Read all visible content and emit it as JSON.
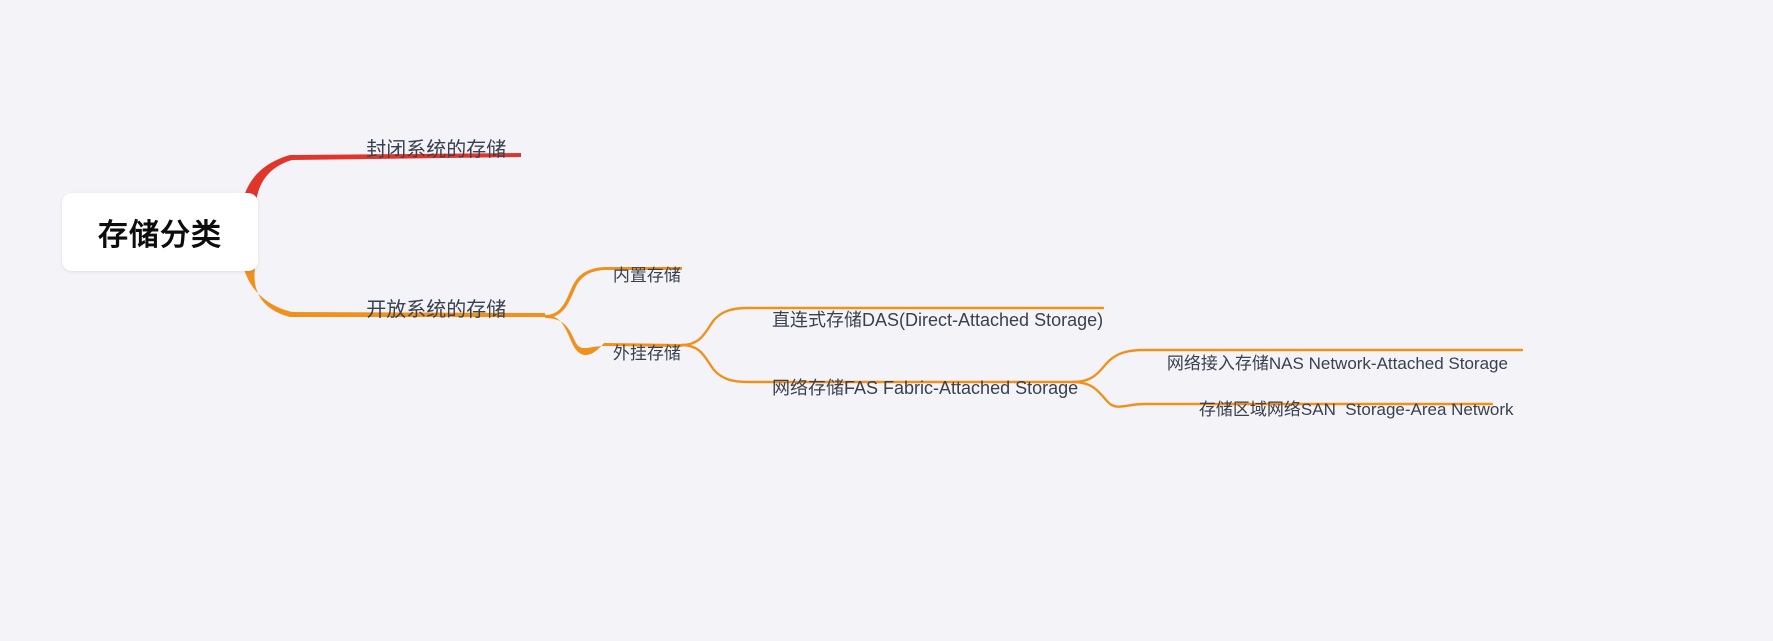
{
  "diagram": {
    "type": "mind-map",
    "background_color": "#f4f4f8",
    "root": {
      "label": "存储分类",
      "text_color": "#0d0d0d",
      "card_color": "#ffffff"
    },
    "branches": [
      {
        "id": "closed",
        "label": "封闭系统的存储",
        "color": "#e0352b",
        "children": []
      },
      {
        "id": "open",
        "label": "开放系统的存储",
        "color": "#f0911e",
        "children": [
          {
            "id": "internal",
            "label": "内置存储",
            "children": []
          },
          {
            "id": "external",
            "label": "外挂存储",
            "children": [
              {
                "id": "das",
                "label": "直连式存储DAS(Direct-Attached Storage)",
                "children": []
              },
              {
                "id": "fas",
                "label": "网络存储FAS Fabric-Attached Storage",
                "children": [
                  {
                    "id": "nas",
                    "label": "网络接入存储NAS Network-Attached Storage"
                  },
                  {
                    "id": "san",
                    "label": "存储区域网络SAN  Storage-Area Network"
                  }
                ]
              }
            ]
          }
        ]
      }
    ]
  }
}
